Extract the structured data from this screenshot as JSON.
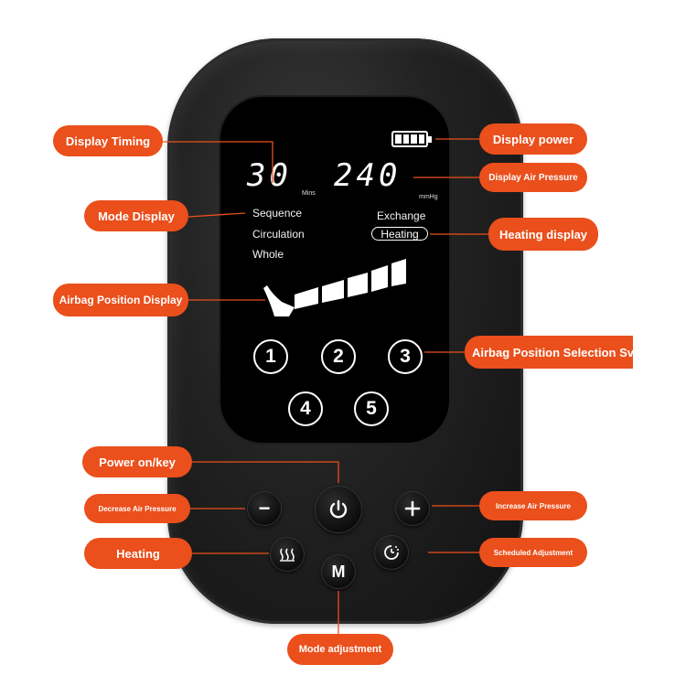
{
  "display": {
    "timing_value": "30",
    "timing_unit": "Mins",
    "pressure_value": "240",
    "pressure_unit": "mmHg",
    "modes_left": [
      "Sequence",
      "Circulation",
      "Whole"
    ],
    "mode_exchange": "Exchange",
    "mode_heating": "Heating",
    "battery_level": 4,
    "position_buttons": [
      "1",
      "2",
      "3",
      "4",
      "5"
    ]
  },
  "hardware_buttons": {
    "minus_symbol": "−",
    "mode_symbol": "M"
  },
  "callouts": {
    "display_timing": "Display Timing",
    "display_power": "Display power",
    "display_air_pressure": "Display Air Pressure",
    "mode_display": "Mode Display",
    "heating_display": "Heating display",
    "airbag_position_display": "Airbag Position Display",
    "airbag_position_selection": "Airbag Position Selection Sv",
    "power_on_key": "Power on/key",
    "decrease_air_pressure": "Decrease Air Pressure",
    "increase_air_pressure": "Increase Air Pressure",
    "heating": "Heating",
    "scheduled_adjustment": "Scheduled Adjustment",
    "mode_adjustment": "Mode adjustment"
  },
  "colors": {
    "accent": "#ea4f1c",
    "device_body": "#1c1c1c",
    "screen": "#000000",
    "lcd_text": "#ffffff"
  }
}
